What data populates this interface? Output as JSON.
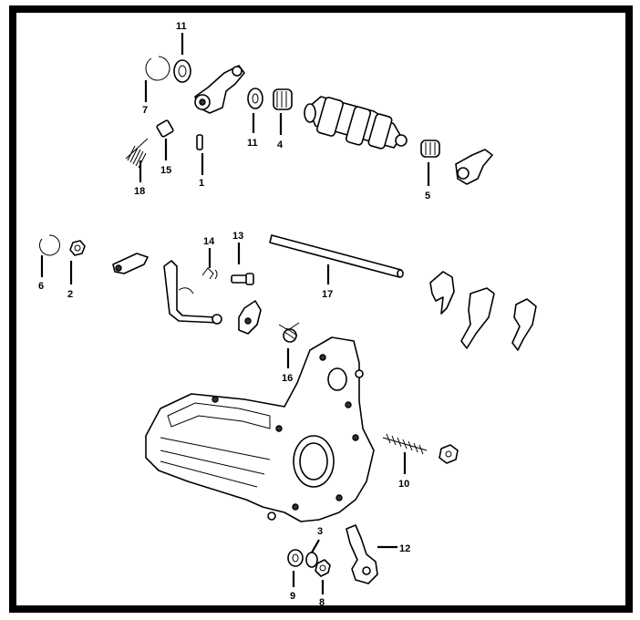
{
  "diagram": {
    "callouts": [
      "1",
      "2",
      "3",
      "4",
      "5",
      "6",
      "7",
      "8",
      "9",
      "10",
      "11",
      "11",
      "12",
      "13",
      "14",
      "15",
      "16",
      "17",
      "18"
    ]
  }
}
